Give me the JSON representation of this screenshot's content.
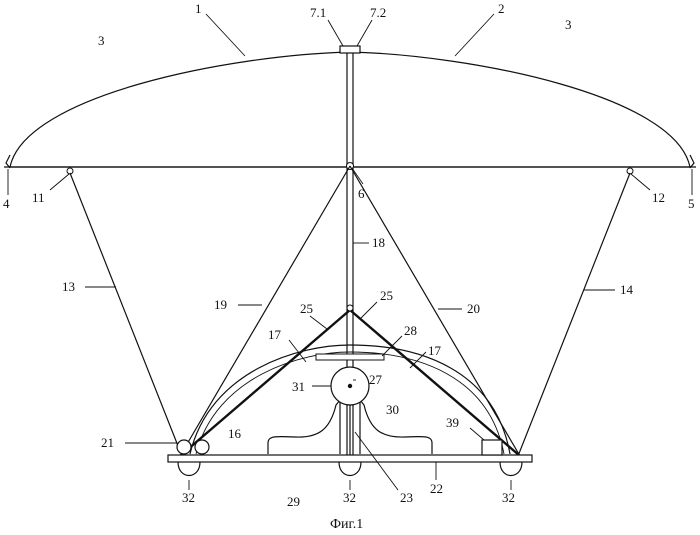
{
  "figure": {
    "caption": "Фиг.1",
    "labels": {
      "l1": "1",
      "l2": "2",
      "l3a": "3",
      "l3b": "3",
      "l71": "7.1",
      "l72": "7.2",
      "l4": "4",
      "l5": "5",
      "l11": "11",
      "l12": "12",
      "l6": "6",
      "l18": "18",
      "l13": "13",
      "l14": "14",
      "l19": "19",
      "l20": "20",
      "l25a": "25",
      "l25b": "25",
      "l17a": "17",
      "l17b": "17",
      "l28": "28",
      "l31": "31",
      "l27": "27",
      "l30": "30",
      "l39": "39",
      "l21": "21",
      "l16": "16",
      "l29": "29",
      "l23": "23",
      "l22": "22",
      "l32a": "32",
      "l32b": "32",
      "l32c": "32"
    }
  }
}
